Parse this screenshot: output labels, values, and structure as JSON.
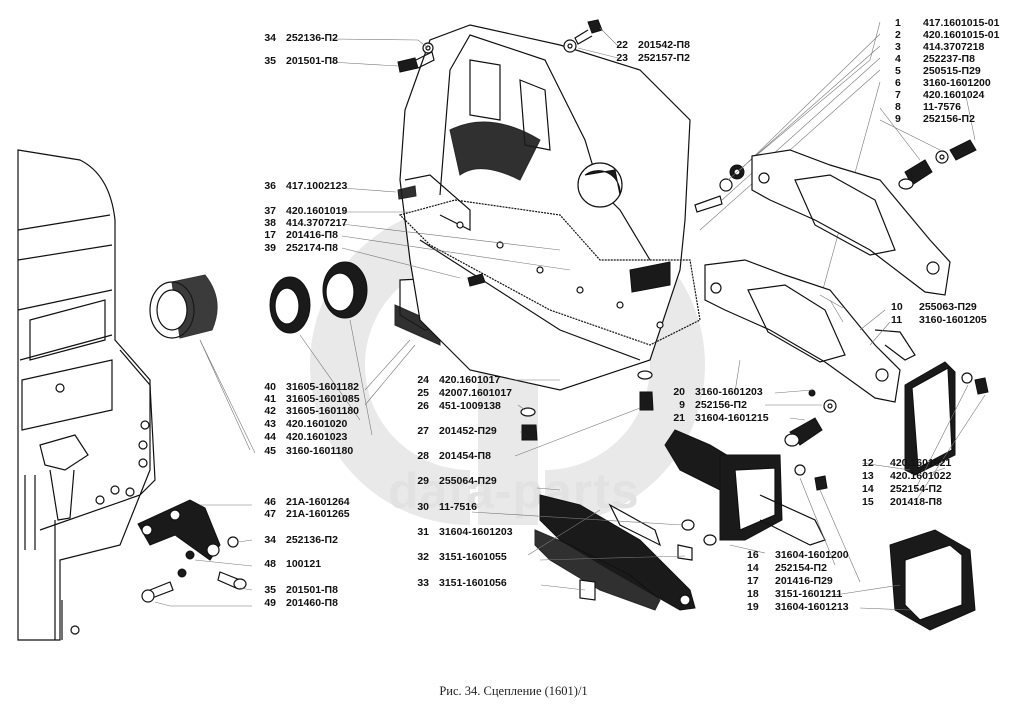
{
  "caption": "Рис. 34. Сцепление (1601)/1",
  "watermark": "data-parts",
  "labels": {
    "top_left": [
      {
        "num": "34",
        "code": "252136-П2"
      },
      {
        "num": "35",
        "code": "201501-П8"
      }
    ],
    "top_center": [
      {
        "num": "22",
        "code": "201542-П8"
      },
      {
        "num": "23",
        "code": "252157-П2"
      }
    ],
    "top_right": [
      {
        "num": "1",
        "code": "417.1601015-01"
      },
      {
        "num": "2",
        "code": "420.1601015-01"
      },
      {
        "num": "3",
        "code": "414.3707218"
      },
      {
        "num": "4",
        "code": "252237-П8"
      },
      {
        "num": "5",
        "code": "250515-П29"
      },
      {
        "num": "6",
        "code": "3160-1601200"
      },
      {
        "num": "7",
        "code": "420.1601024"
      },
      {
        "num": "8",
        "code": "11-7576"
      },
      {
        "num": "9",
        "code": "252156-П2"
      }
    ],
    "left_mid": [
      {
        "num": "36",
        "code": "417.1002123"
      },
      {
        "num": "37",
        "code": "420.1601019"
      },
      {
        "num": "38",
        "code": "414.3707217"
      },
      {
        "num": "17",
        "code": "201416-П8"
      },
      {
        "num": "39",
        "code": "252174-П8"
      }
    ],
    "left_lower": [
      {
        "num": "40",
        "code": "31605-1601182"
      },
      {
        "num": "41",
        "code": "31605-1601085"
      },
      {
        "num": "42",
        "code": "31605-1601180"
      },
      {
        "num": "43",
        "code": "420.1601020"
      },
      {
        "num": "44",
        "code": "420.1601023"
      },
      {
        "num": "45",
        "code": "3160-1601180"
      }
    ],
    "center_upper": [
      {
        "num": "24",
        "code": "420.1601017"
      },
      {
        "num": "25",
        "code": "42007.1601017"
      },
      {
        "num": "26",
        "code": "451-1009138"
      },
      {
        "num": "27",
        "code": "201452-П29"
      },
      {
        "num": "28",
        "code": "201454-П8"
      }
    ],
    "center_lower": [
      {
        "num": "29",
        "code": "255064-П29"
      },
      {
        "num": "30",
        "code": "11-7516"
      },
      {
        "num": "31",
        "code": "31604-1601203"
      },
      {
        "num": "32",
        "code": "3151-1601055"
      },
      {
        "num": "33",
        "code": "3151-1601056"
      }
    ],
    "bottom_left": [
      {
        "num": "46",
        "code": "21А-1601264"
      },
      {
        "num": "47",
        "code": "21А-1601265"
      },
      {
        "num": "34",
        "code": "252136-П2"
      },
      {
        "num": "48",
        "code": "100121"
      },
      {
        "num": "35",
        "code": "201501-П8"
      },
      {
        "num": "49",
        "code": "201460-П8"
      }
    ],
    "right_arm": [
      {
        "num": "10",
        "code": "255063-П29"
      },
      {
        "num": "11",
        "code": "3160-1601205"
      }
    ],
    "right_mid": [
      {
        "num": "20",
        "code": "3160-1601203"
      },
      {
        "num": "9",
        "code": "252156-П2"
      },
      {
        "num": "21",
        "code": "31604-1601215"
      }
    ],
    "right_lower": [
      {
        "num": "12",
        "code": "420.1601021"
      },
      {
        "num": "13",
        "code": "420.1601022"
      },
      {
        "num": "14",
        "code": "252154-П2"
      },
      {
        "num": "15",
        "code": "201418-П8"
      }
    ],
    "bottom_right": [
      {
        "num": "16",
        "code": "31604-1601200"
      },
      {
        "num": "14",
        "code": "252154-П2"
      },
      {
        "num": "17",
        "code": "201416-П29"
      },
      {
        "num": "18",
        "code": "3151-1601211"
      },
      {
        "num": "19",
        "code": "31604-1601213"
      }
    ]
  }
}
